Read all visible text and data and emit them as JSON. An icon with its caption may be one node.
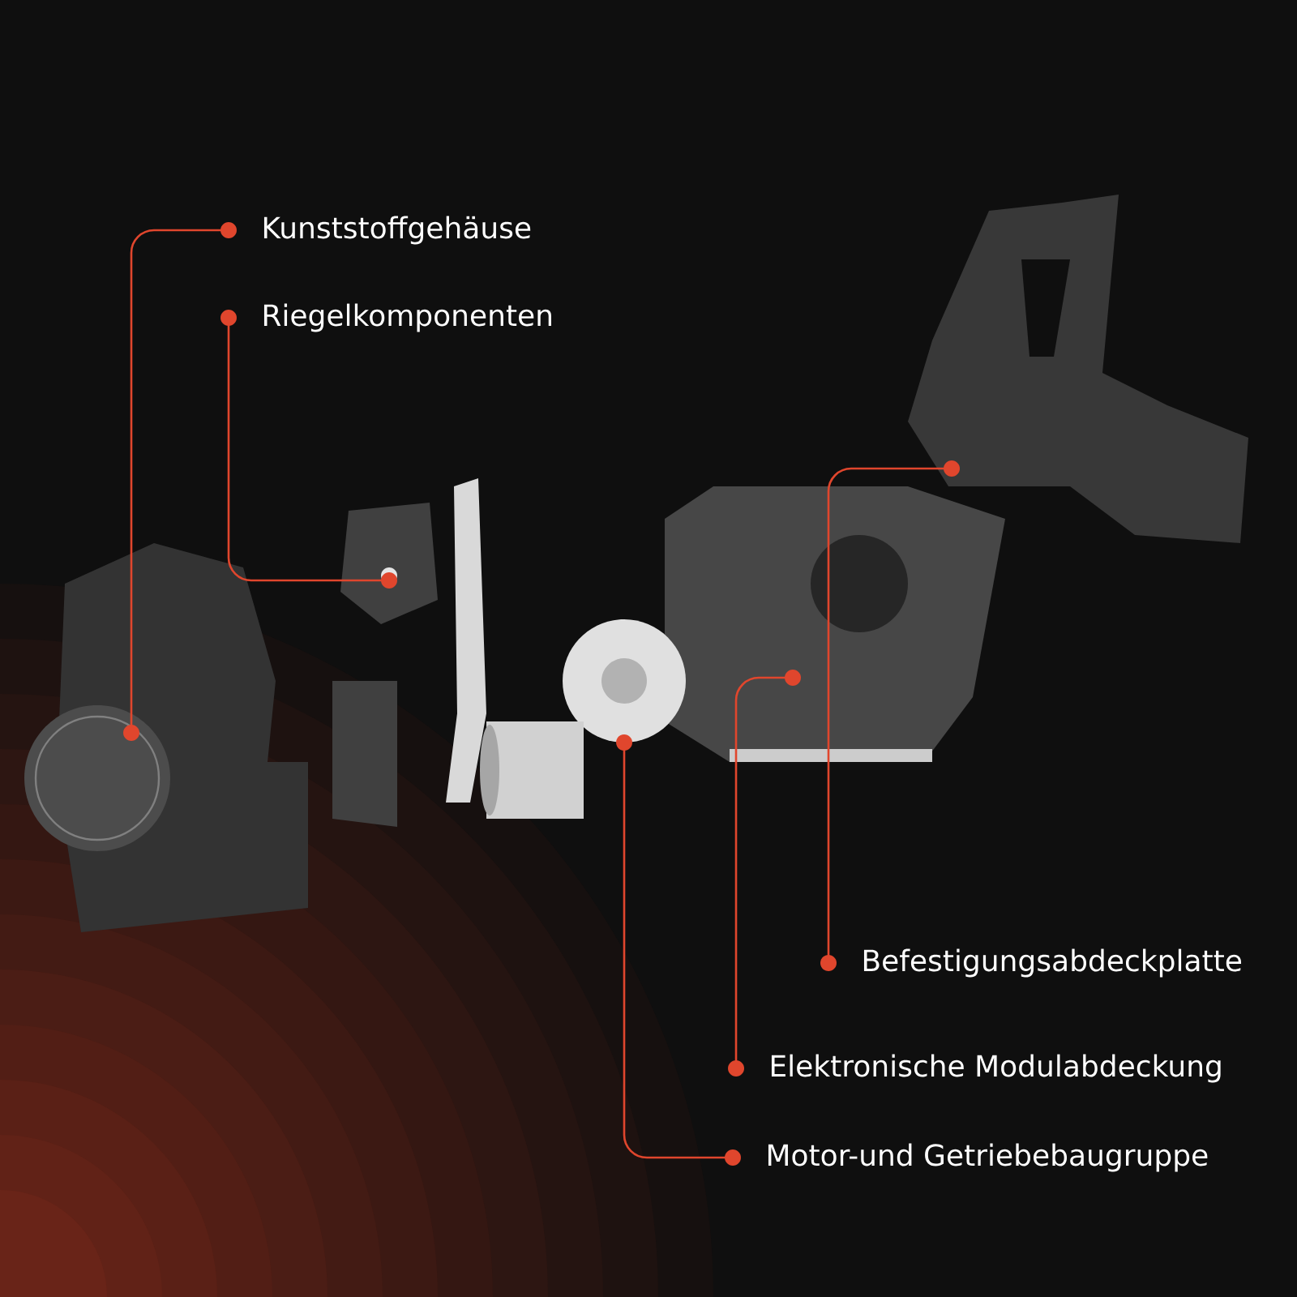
{
  "diagram": {
    "nodes": [
      {
        "text": [
          "Kunststoffgehäuse"
        ]
      },
      {
        "text": [
          "Riegelkomponenten"
        ]
      },
      {
        "text": [
          "Befestigungsabdeckplatte"
        ]
      },
      {
        "text": [
          "Elektronische Modulabdeckung"
        ]
      },
      {
        "text": [
          "Motor-und Getriebebaugruppe"
        ]
      },
      {
        "text": [],
        "shape": "picture"
      },
      {
        "text": [],
        "shape": "picture"
      },
      {
        "text": [],
        "shape": "picture"
      },
      {
        "text": [],
        "shape": "picture"
      },
      {
        "text": [],
        "shape": "picture"
      }
    ],
    "edges": [
      {
        "from": 0,
        "to": 5,
        "arrow": "other"
      },
      {
        "from": 1,
        "to": 6,
        "arrow": "other"
      },
      {
        "from": 2,
        "to": 7,
        "arrow": "other"
      },
      {
        "from": 3,
        "to": 8,
        "arrow": "other"
      },
      {
        "from": 4,
        "to": 9,
        "arrow": "other"
      }
    ]
  }
}
